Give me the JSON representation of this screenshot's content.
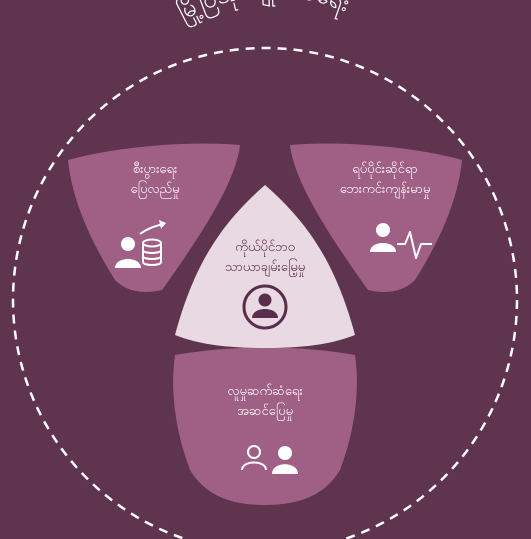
{
  "diagram": {
    "title": "မြို့ပြအုပ်ချုပ်စီမံရေး",
    "segments": [
      {
        "id": "economic",
        "line1": "စီးပွားရေး",
        "line2": "ပြေလည်မှု",
        "icon": "person-growth-icon"
      },
      {
        "id": "health",
        "line1": "ရပ်ပိုင်းဆိုင်ရာ",
        "line2": "ဘေးကင်းကျန်းမာမှု",
        "icon": "person-heartbeat-icon"
      },
      {
        "id": "social",
        "line1": "လူမှုဆက်ဆံရေး",
        "line2": "အဆင်ပြေမှု",
        "icon": "people-icon"
      }
    ],
    "center": {
      "line1": "ကိုယ်ပိုင်ဘဝ",
      "line2": "သာယာချမ်းမြေ့မှု",
      "icon": "person-circle-icon"
    },
    "colors": {
      "background": "#5e344f",
      "segment": "#a05f85",
      "center": "#e9d9e2",
      "circle": "#ffffff"
    }
  }
}
